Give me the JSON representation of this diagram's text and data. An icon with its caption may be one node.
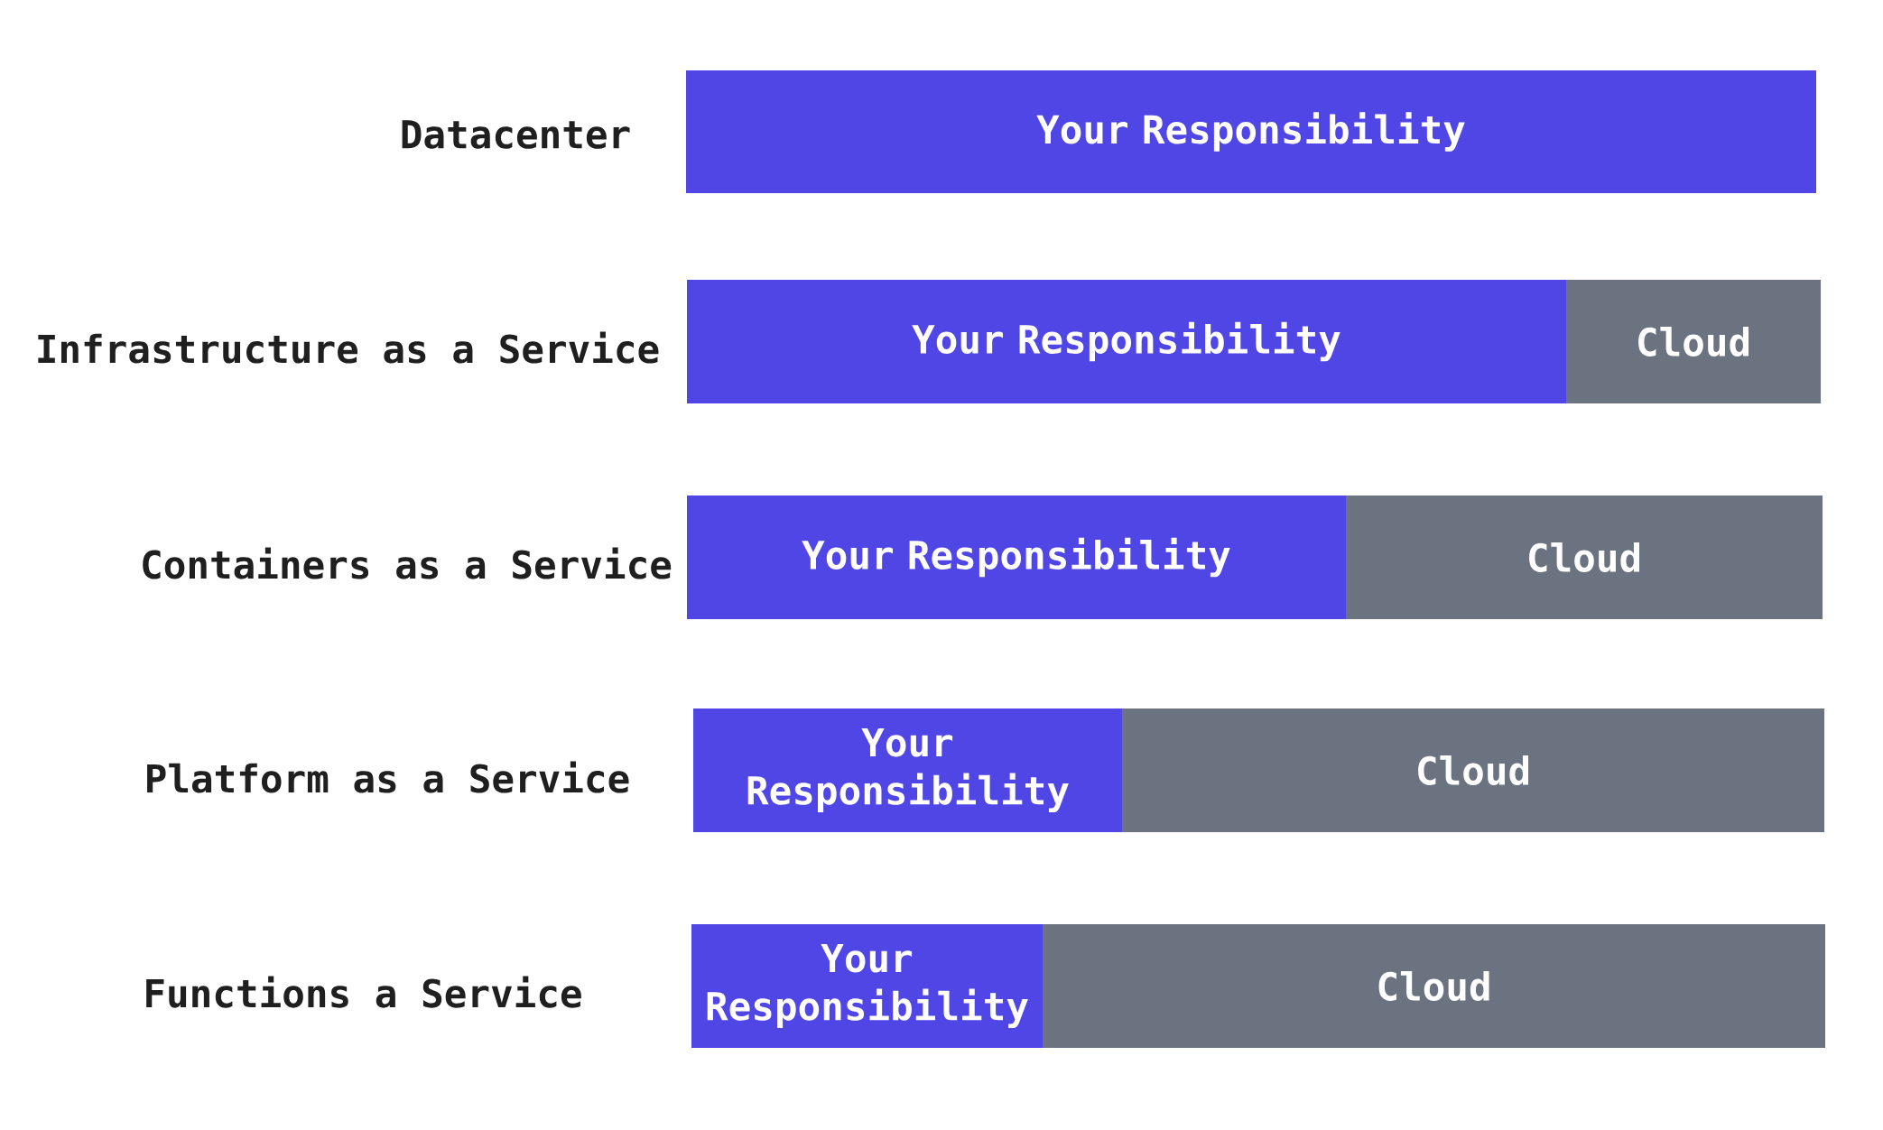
{
  "diagram": {
    "nodes": [
      {
        "text": [
          "Your Responsibility"
        ]
      },
      {
        "text": [
          "Your Responsibility"
        ]
      },
      {
        "text": [
          "Cloud"
        ]
      },
      {
        "text": [
          "Your Responsibility"
        ]
      },
      {
        "text": [
          "Cloud"
        ]
      },
      {
        "text": [
          "Your Responsibility"
        ]
      },
      {
        "text": [
          "Cloud"
        ]
      },
      {
        "text": [
          "Your Responsibility"
        ]
      },
      {
        "text": [
          "Cloud"
        ]
      }
    ],
    "labels": [
      "Datacenter",
      "Infrastructure as a Service",
      "Containers as a Service",
      "Platform as a Service",
      "Functions a Service"
    ]
  }
}
